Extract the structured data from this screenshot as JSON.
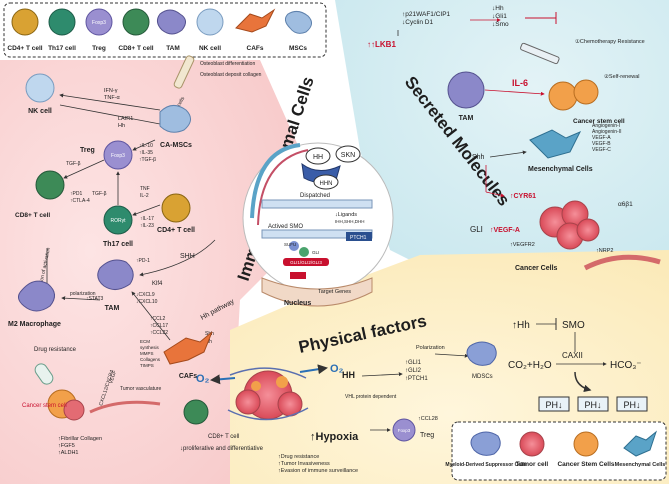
{
  "legend_top": {
    "cells": [
      {
        "label": "CD4+ T cell",
        "color": "#d9a233"
      },
      {
        "label": "Th17 cell",
        "color": "#2e8b6d"
      },
      {
        "label": "Treg",
        "color": "#9a8fd0"
      },
      {
        "label": "CD8+ T cell",
        "color": "#3d8a57"
      },
      {
        "label": "TAM",
        "color": "#8b88c9"
      },
      {
        "label": "NK cell",
        "color": "#bfd7ee"
      },
      {
        "label": "CAFs",
        "color": "#e8743b"
      },
      {
        "label": "MSCs",
        "color": "#9fbde0"
      }
    ],
    "treg_marker": "Foxp3"
  },
  "sections": {
    "immune_title": "Immune and Stromal Cells",
    "secreted_title": "Secreted Molecules",
    "physical_title": "Physical factors"
  },
  "immune": {
    "nk_cell": "NK cell",
    "ifn": "IFN-γ",
    "tnf": "TNF-α",
    "lair1": "LAIR1",
    "hh_top": "Hh",
    "bone_cells": "Bone cells",
    "osteoblast_diff": "Osteoblast differentiation",
    "osteoblast_dep": "Osteoblast deposit collagen",
    "ca_mscs": "CA-MSCs",
    "treg": "Treg",
    "foxp3": "Foxp3",
    "il10": "↑IL-10",
    "il35": "↑IL-35",
    "tgfb_up": "↑TGF-β",
    "tgfb1": "TGF-β",
    "tgfb2": "TGF-β",
    "cd8": "CD8+ T cell",
    "pd1": "↑PD1",
    "ctla4": "↑CTLA-4",
    "tnf2": "TNF",
    "il2": "IL-2",
    "il17": "↑IL-17",
    "il23": "↑IL-23",
    "rort": "RORγt",
    "th17": "Th17 cell",
    "cd4": "CD4+ T cell",
    "activation": "Inhibition of activation",
    "shh": "SHH",
    "klf4": "Klf4",
    "pd1b": "↑PD-1",
    "polarization": "polarization",
    "m2": "M2 Macrophage",
    "stat3": "↑STAT3",
    "tam": "TAM",
    "cxcl9": "↓CXCL9",
    "cxcl10": "↓CXCL10",
    "ccl2": "↑CCL2",
    "ccl17": "↑CCL17",
    "ccl22": "↑CCL22",
    "hh_pathway": "Hh pathway",
    "ecm": [
      "ECM",
      "synthesis",
      "MMPS",
      "Collagens",
      "TIMPS"
    ],
    "shh2": "Shh",
    "ihh": "Ihh",
    "cafs": "CAFs",
    "drug_resistance": "Drug resistance",
    "cxcl": "CXCL12/CXCR4",
    "vegf": "VEGF",
    "cancer_stem_cell": "Cancer stem cell",
    "tumor_vasculature": "Tumor vasculature",
    "fibrillar": "↑Fibrillar Collagen",
    "fgf5": "↑FGF5",
    "aldh1": "↑ALDH1"
  },
  "secreted": {
    "lkb1": "↑↑LKB1",
    "p21": "↑p21WAF1/CIP1",
    "cyclin": "↓Cyclin D1",
    "hh": "↓Hh",
    "gli1": "↓Gli1",
    "smo": "↓Smo",
    "chemo_label": "①Chemotherapy Resistance",
    "self_renewal": "②Self-renewal",
    "il6": "IL-6",
    "tam": "TAM",
    "cancer_stem_cell": "Cancer stem cell",
    "angiogenins": [
      "Angiogenin-I",
      "Angiogenin-II",
      "VEGF-A",
      "VEGF-B",
      "VEGF-C"
    ],
    "shh": "Shh",
    "mesenchymal": "Mesenchymal Cells",
    "cyr61": "↑CYR61",
    "gli": "GLI",
    "vegfa": "↑VEGF-A",
    "a6b1": "α6β1",
    "vegfr2": "↑VEGFR2",
    "nrp2": "↑NRP2",
    "cancer_cells": "Cancer Cells"
  },
  "center": {
    "hh": "HH",
    "skn": "SKN",
    "hhn": "HHN",
    "dispatched": "Dispatched",
    "ligands": "↓Ligands",
    "ligands_list": "IHH,SHH,DHH",
    "smo": "Actived SMO",
    "sufu": "SUFU",
    "gli": "GLI",
    "gli_active": "GLI1/GLI2/GLI3",
    "ptch1": "PTCH1",
    "target": "Target Genes",
    "nucleus": "Nucleus"
  },
  "physical": {
    "o2_left": "O₂",
    "o2_right": "O₂",
    "hh": "HH",
    "gli1": "↑GLI1",
    "gli2": "↑GLI2",
    "ptch1": "↑PTCH1",
    "vhl": "VHL protein dependent",
    "polarization": "Polarization",
    "mdscs": "MDSCs",
    "cd8": "CD8+ T cell",
    "prolif": "↓proliferative and differentiative",
    "hypoxia": "↑Hypoxia",
    "ccl28": "↑CCL28",
    "foxp3": "Foxp3",
    "treg": "Treg",
    "outcomes": [
      "↑Drug resistance",
      "↑Tumor Invasiveness",
      "↑Evasion of immune surveillance"
    ],
    "hh_up": "↑Hh",
    "smo": "SMO",
    "co2": "CO₂+H₂O",
    "caxii": "CAXII",
    "hco3": "HCO₃⁻",
    "ph": [
      "PH↓",
      "PH↓",
      "PH↓"
    ]
  },
  "legend_bottom": {
    "cells": [
      {
        "label": "Myeloid-Derived Suppressor Cells",
        "color": "#8a9fd6"
      },
      {
        "label": "Tumor cell",
        "color": "#e36b73"
      },
      {
        "label": "Cancer Stem Cells",
        "color": "#f2a04a"
      },
      {
        "label": "Mesenchymal Cells",
        "color": "#5aa3c7"
      }
    ]
  }
}
